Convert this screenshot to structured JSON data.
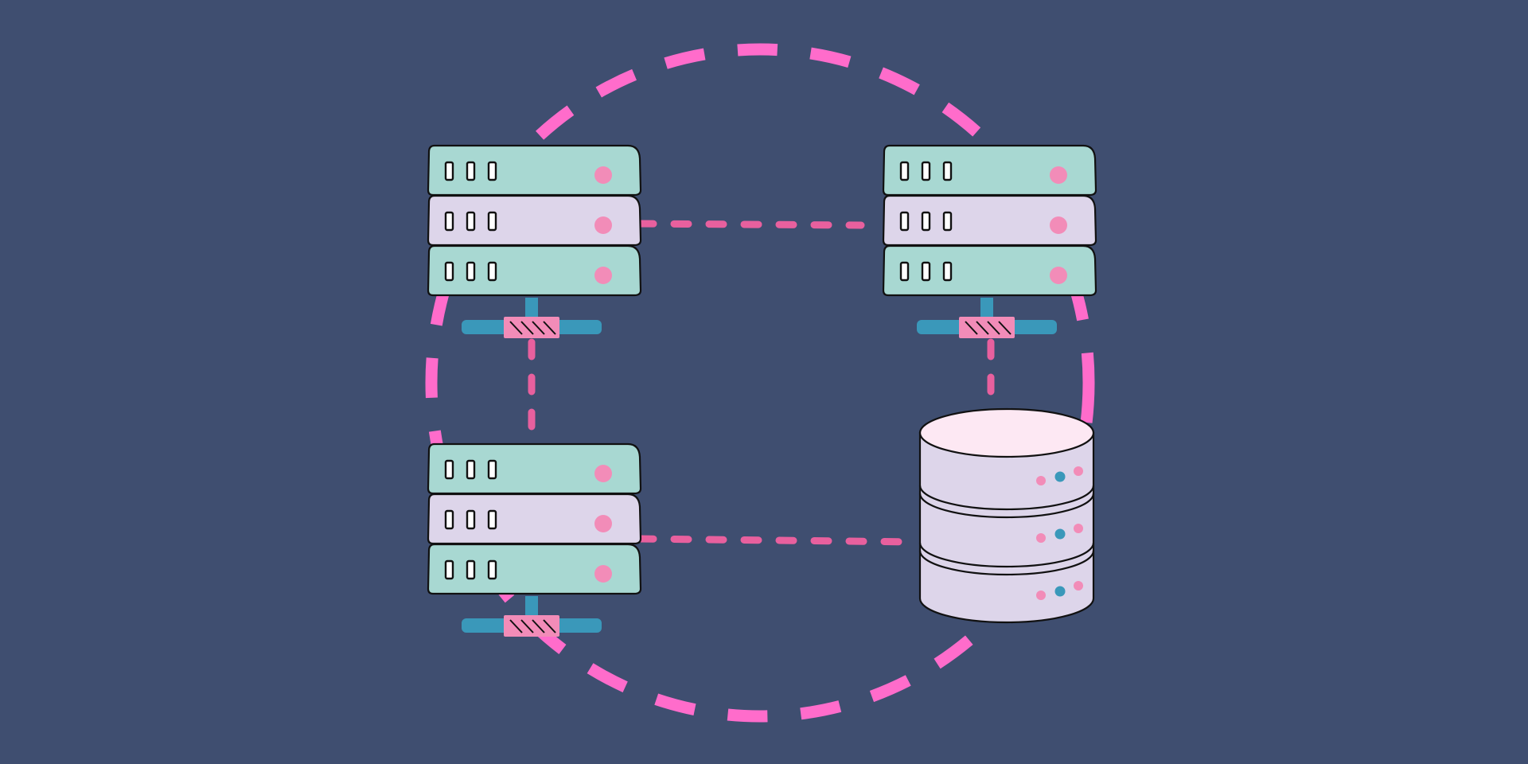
{
  "colors": {
    "background": "#3f4e70",
    "ring": "#ff6ccb",
    "link": "#e8609e",
    "rack_green": "#a8d8d2",
    "rack_lilac": "#ddd5ea",
    "led": "#f28cb8",
    "stand_blue": "#3a98ba",
    "stand_pink": "#f28cb8",
    "outline": "#111111",
    "slot_fill": "#ffffff",
    "db_top": "#fde8f3",
    "db_body": "#ddd5ea",
    "db_dot_blue": "#3a98ba",
    "db_dot_pink": "#f28cb8"
  },
  "diagram": {
    "nodes": [
      {
        "id": "server-top-left",
        "kind": "server-rack",
        "icon": "server-rack-icon",
        "units": [
          "rack_green",
          "rack_lilac",
          "rack_green"
        ]
      },
      {
        "id": "server-top-right",
        "kind": "server-rack",
        "icon": "server-rack-icon",
        "units": [
          "rack_green",
          "rack_lilac",
          "rack_green"
        ]
      },
      {
        "id": "server-bottom-left",
        "kind": "server-rack",
        "icon": "server-rack-icon",
        "units": [
          "rack_green",
          "rack_lilac",
          "rack_green"
        ]
      },
      {
        "id": "database-bottom-right",
        "kind": "database",
        "icon": "database-icon",
        "units": 3
      }
    ],
    "links": [
      {
        "from": "server-top-left",
        "to": "server-top-right",
        "style": "dotted"
      },
      {
        "from": "server-top-left",
        "to": "server-bottom-left",
        "style": "dotted"
      },
      {
        "from": "server-top-right",
        "to": "database-bottom-right",
        "style": "dotted"
      },
      {
        "from": "server-bottom-left",
        "to": "database-bottom-right",
        "style": "dotted"
      }
    ],
    "ring": {
      "style": "dashed"
    }
  }
}
